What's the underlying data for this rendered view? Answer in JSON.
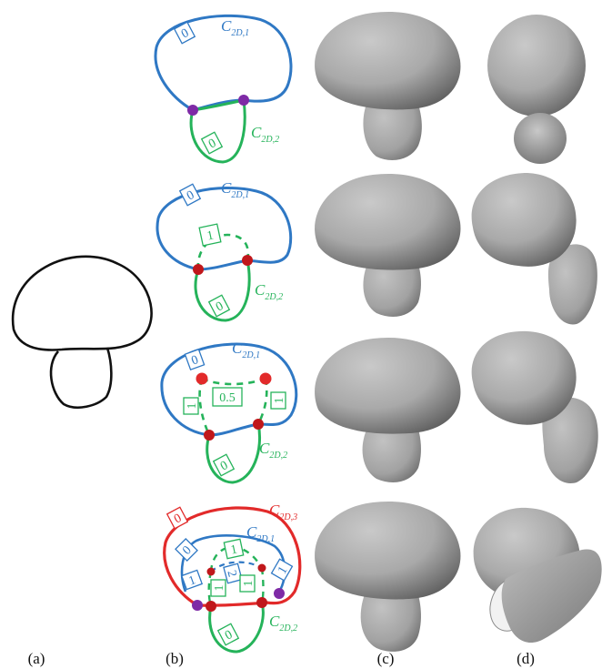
{
  "colors": {
    "blue": "#2f78c4",
    "green": "#25b35a",
    "red": "#e22a2a",
    "purple": "#7e2aa6",
    "dot_red": "#c0171b",
    "sketch": "#111111"
  },
  "panel_labels": [
    "(a)",
    "(b)",
    "(c)",
    "(d)"
  ],
  "curve_labels": {
    "c1": {
      "main": "C",
      "sub": "2D,1"
    },
    "c2": {
      "main": "C",
      "sub": "2D,2"
    },
    "c3": {
      "main": "C",
      "sub": "2D,3"
    }
  },
  "row1": {
    "cap_box": "0",
    "stem_box": "0"
  },
  "row2": {
    "cap_box": "0",
    "stem_box": "0",
    "mid_box": "1"
  },
  "row3": {
    "cap_box": "0",
    "stem_box": "0",
    "mid_box": "0.5",
    "left_box": "1",
    "right_box": "1"
  },
  "row4": {
    "outer_box": "0",
    "cap_box": "0",
    "stem_box": "0",
    "top_box": "1",
    "center_box": "2",
    "left1_box": "1",
    "left2_box": "1",
    "right1_box": "1",
    "right2_box": "1"
  }
}
